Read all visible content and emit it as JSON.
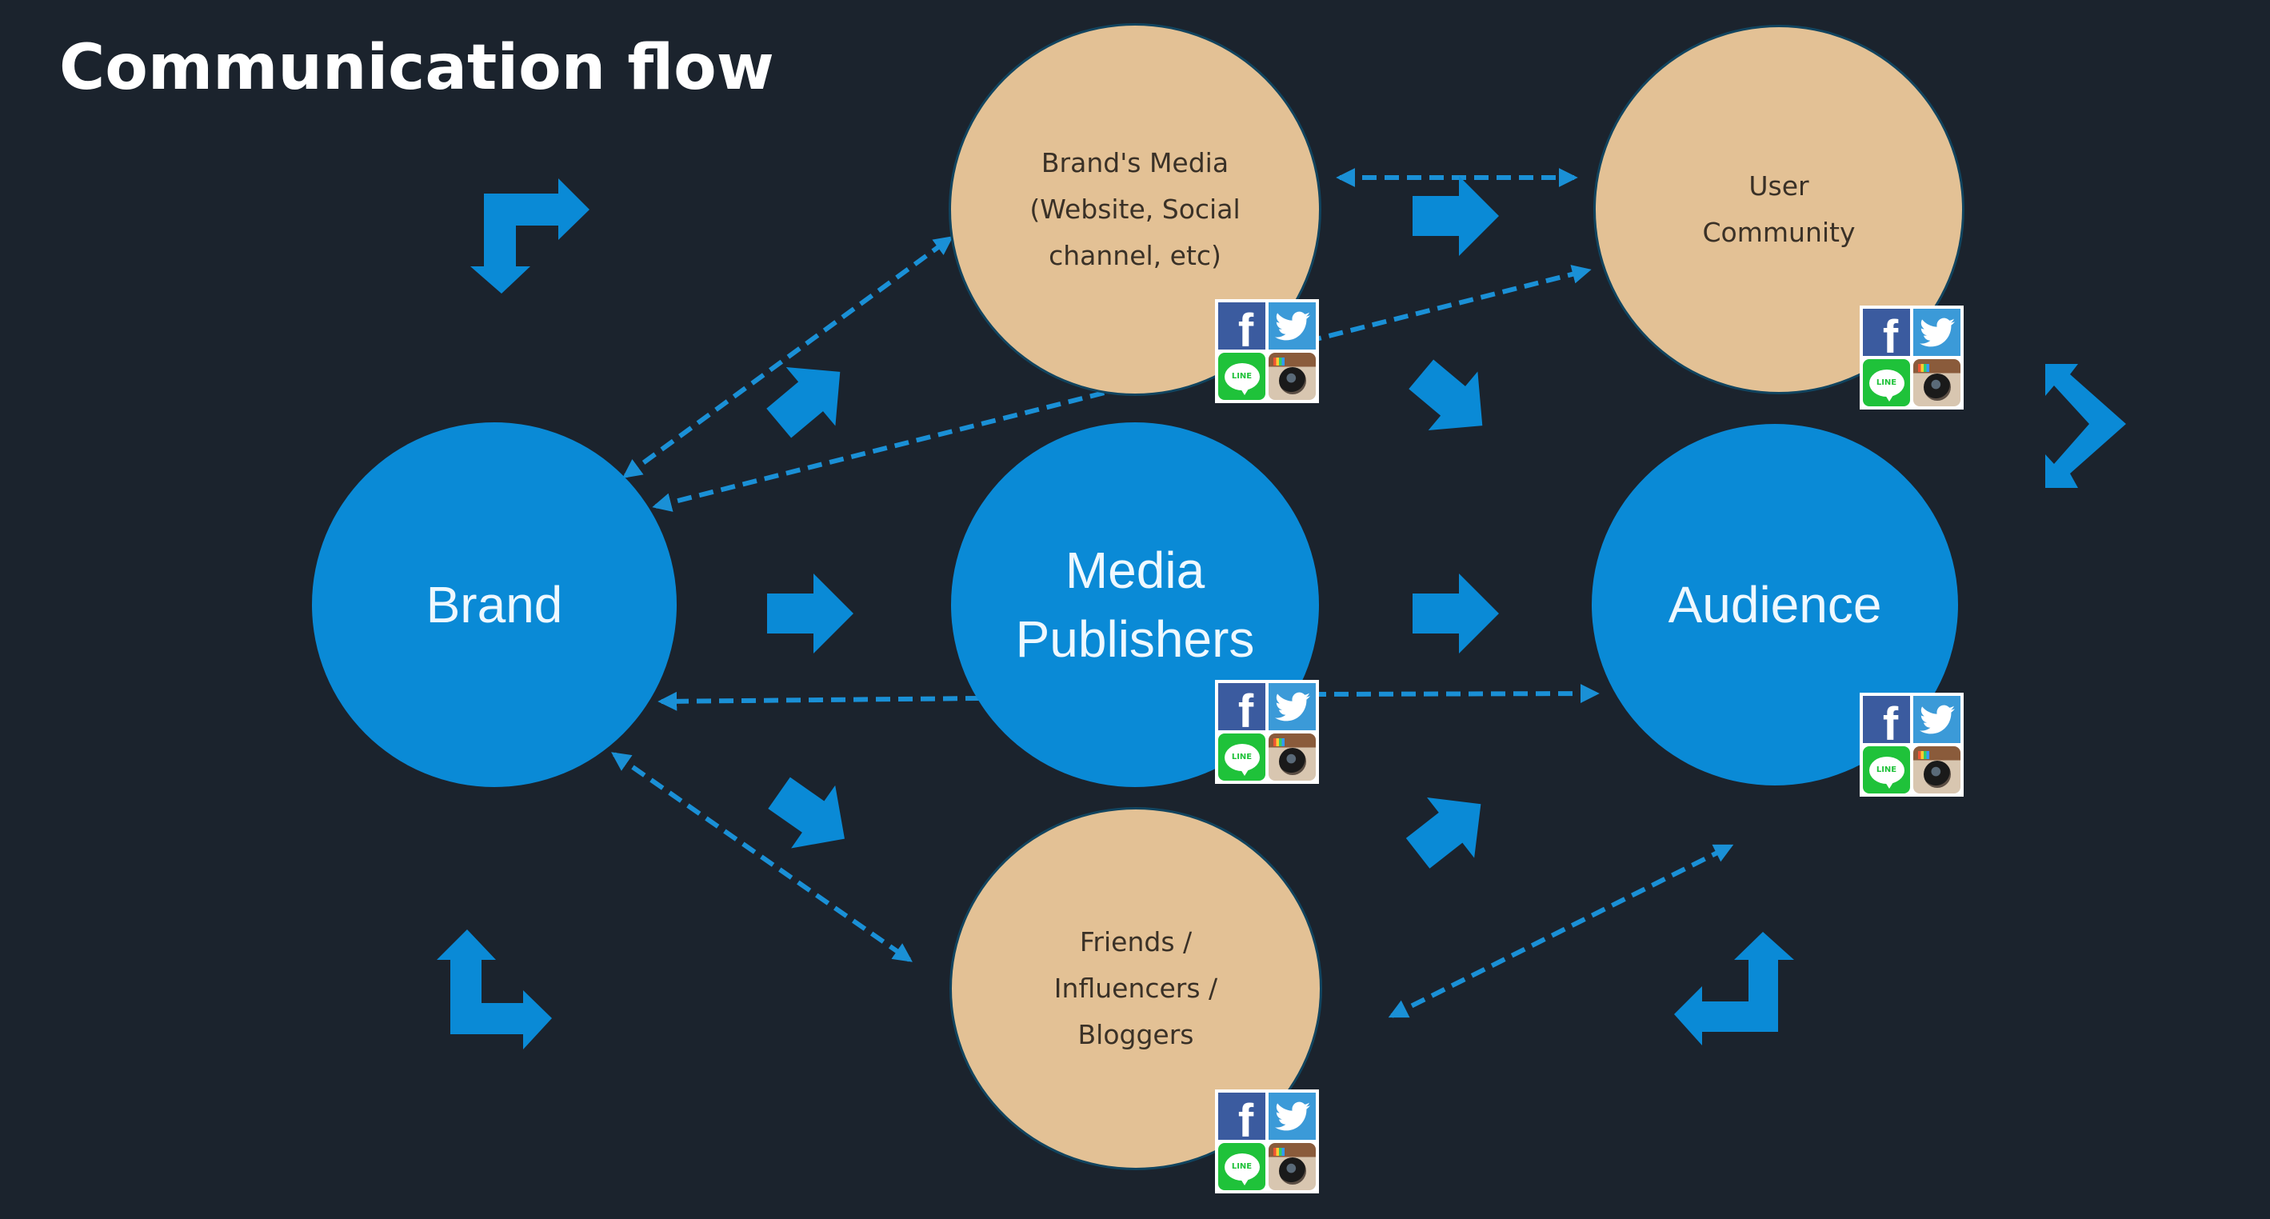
{
  "title": "Communication flow",
  "colors": {
    "background": "#1b232d",
    "primary_node": "#0a8ad6",
    "secondary_node": "#e3c195",
    "arrow": "#0a8ad6",
    "dashed_arrow": "#1a90d6"
  },
  "nodes": {
    "brand": {
      "lines": [
        "Brand"
      ]
    },
    "brands_media": {
      "lines": [
        "Brand's Media",
        "(Website, Social",
        "channel, etc)"
      ]
    },
    "user_community": {
      "lines": [
        "User",
        "Community"
      ]
    },
    "media_publishers": {
      "lines": [
        "Media",
        "Publishers"
      ]
    },
    "audience": {
      "lines": [
        "Audience"
      ]
    },
    "friends": {
      "lines": [
        "Friends /",
        "Influencers /",
        "Bloggers"
      ]
    }
  },
  "social_icons": {
    "facebook": "f",
    "twitter": "twitter-bird",
    "line": "LINE",
    "instagram": "instagram-camera"
  },
  "connections": [
    {
      "from": "Brand",
      "to": "Brand's Media",
      "style": "dashed",
      "direction": "both"
    },
    {
      "from": "User Community",
      "to": "Brand",
      "style": "dashed",
      "direction": "both"
    },
    {
      "from": "Brand's Media",
      "to": "User Community",
      "style": "dashed",
      "direction": "both"
    },
    {
      "from": "Media Publishers",
      "to": "Brand",
      "style": "dashed",
      "direction": "to-brand"
    },
    {
      "from": "Media Publishers",
      "to": "Audience",
      "style": "dashed",
      "direction": "to-audience"
    },
    {
      "from": "Brand",
      "to": "Friends / Influencers / Bloggers",
      "style": "dashed",
      "direction": "both"
    },
    {
      "from": "Friends / Influencers / Bloggers",
      "to": "Audience",
      "style": "dashed",
      "direction": "both"
    },
    {
      "from": "Brand",
      "to": "Media Publishers",
      "style": "solid-block-arrow"
    },
    {
      "from": "Media Publishers",
      "to": "Audience",
      "style": "solid-block-arrow"
    },
    {
      "from": "Brand",
      "to": "Brand's Media",
      "style": "solid-block-arrow"
    },
    {
      "from": "Brand",
      "to": "Friends / Influencers / Bloggers",
      "style": "solid-block-arrow"
    },
    {
      "from": "Brand's Media",
      "to": "User Community",
      "style": "solid-block-arrow"
    },
    {
      "from": "Brand's Media",
      "to": "Audience",
      "style": "solid-block-arrow"
    },
    {
      "from": "Friends / Influencers / Bloggers",
      "to": "Audience",
      "style": "solid-block-arrow"
    }
  ]
}
